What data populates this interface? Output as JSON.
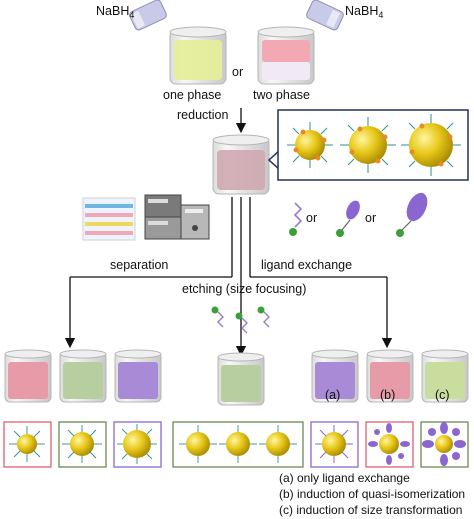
{
  "reagent": {
    "left": "NaBH",
    "left_sub": "4",
    "right": "NaBH",
    "right_sub": "4"
  },
  "top": {
    "or_label": "or",
    "phase_left": "one phase",
    "phase_right": "two phase",
    "reduction_label": "reduction"
  },
  "ligand_options": {
    "or_1": "or",
    "or_2": "or"
  },
  "branches": {
    "separation": "separation",
    "etching": "etching (size focusing)",
    "ligand_exchange": "ligand exchange"
  },
  "beaker_labels": {
    "a": "(a)",
    "b": "(b)",
    "c": "(c)"
  },
  "legend": [
    "(a) only ligand exchange",
    "(b) induction of quasi-isomerization",
    "(c) induction of size transformation"
  ],
  "colors": {
    "gold": "#e8c81a",
    "ligand_ball": "#3aa03a",
    "pink": "#e79aa8",
    "green": "#b7cfa0",
    "purple": "#a98ad6",
    "yellow": "#e4ee9a"
  }
}
